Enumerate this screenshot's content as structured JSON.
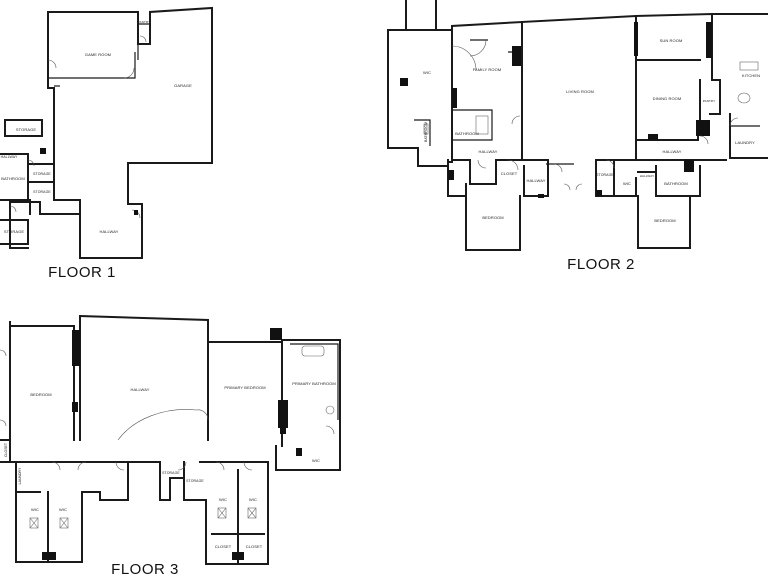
{
  "floors": [
    {
      "title": "FLOOR 1",
      "rooms": {
        "game_room": "GAME ROOM",
        "garage": "GARAGE",
        "pantry": "PANTRY",
        "storage_top": "STORAGE",
        "hallway_small": "HALLWAY",
        "bathroom": "BATHROOM",
        "storage_mid": "STORAGE",
        "storage_low": "STORAGE",
        "storage_bottom": "STORAGE",
        "hallway": "HALLWAY"
      }
    },
    {
      "title": "FLOOR 2",
      "rooms": {
        "wic": "WIC",
        "family_room": "FAMILY ROOM",
        "living_room": "LIVING ROOM",
        "sun_room": "SUN ROOM",
        "kitchen": "KITCHEN",
        "dining_room": "DINING ROOM",
        "pantry": "PANTRY",
        "bathroom_left": "BATHROOM",
        "bathroom_family": "BATHROOM",
        "hallway_left": "HALLWAY",
        "closet": "CLOSET",
        "hallway_mid": "HALLWAY",
        "bedroom_left": "BEDROOM",
        "storage": "STORAGE",
        "wic_right": "WIC",
        "hallway_right_small": "HALLWAY",
        "bathroom_right": "BATHROOM",
        "hallway_right": "HALLWAY",
        "laundry": "LAUNDRY",
        "bedroom_right": "BEDROOM"
      }
    },
    {
      "title": "FLOOR 3",
      "rooms": {
        "bedroom": "BEDROOM",
        "hallway": "HALLWAY",
        "primary_bedroom": "PRIMARY BEDROOM",
        "primary_bathroom": "PRIMARY BATHROOM",
        "closet_left": "CLOSET",
        "laundry": "LAUNDRY",
        "wic_left": "WIC",
        "wic_right": "WIC",
        "storage_a": "STORAGE",
        "storage_b": "STORAGE",
        "wic_a": "WIC",
        "wic_b": "WIC",
        "closet_a": "CLOSET",
        "closet_b": "CLOSET"
      }
    }
  ]
}
